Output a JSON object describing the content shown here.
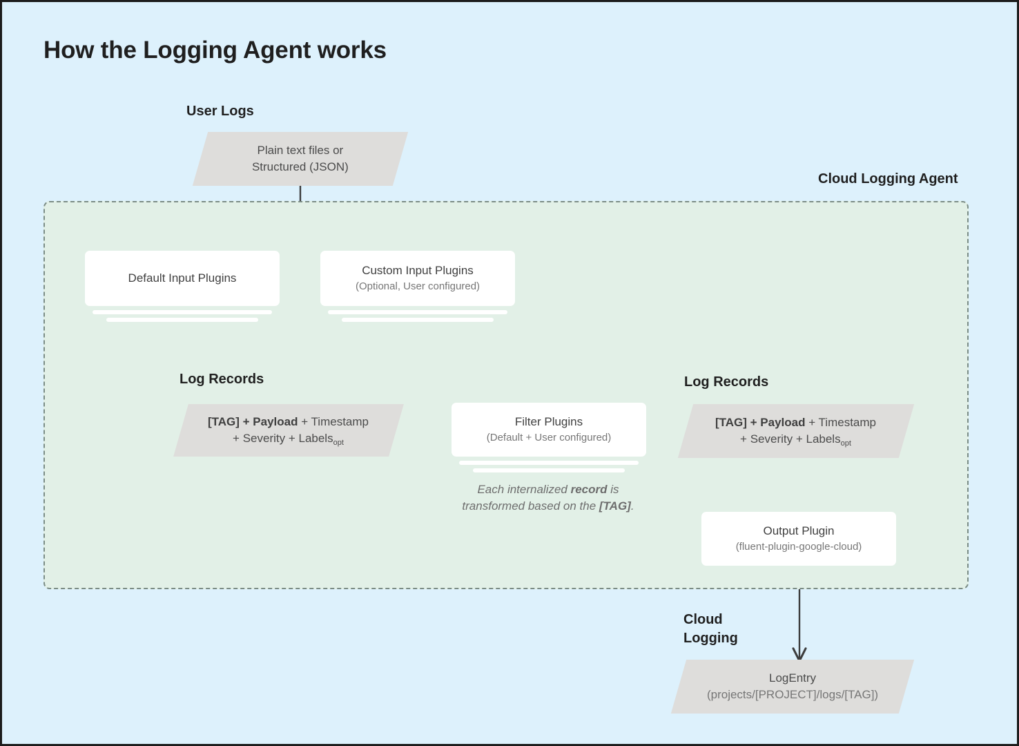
{
  "page": {
    "title": "How the Logging Agent works",
    "background_color": "#ddf1fc",
    "panel_color": "#e2f0e7",
    "node_gray": "#dedddb",
    "card_white": "#ffffff",
    "line_color": "#3c3c3c"
  },
  "labels": {
    "user_logs": "User Logs",
    "cloud_logging_agent": "Cloud Logging Agent",
    "log_records_left": "Log Records",
    "log_records_right": "Log Records",
    "cloud_logging_line1": "Cloud",
    "cloud_logging_line2": "Logging"
  },
  "nodes": {
    "user_logs_source": {
      "line1": "Plain text files or",
      "line2": "Structured (JSON)"
    },
    "default_input_plugins": {
      "title": "Default Input Plugins",
      "subtitle": ""
    },
    "custom_input_plugins": {
      "title": "Custom Input Plugins",
      "subtitle": "(Optional, User configured)"
    },
    "log_record_left": {
      "bold_part": "[TAG] + Payload",
      "rest_line1": " + Timestamp",
      "line2_prefix": "+ Severity + Labels",
      "line2_sub": "opt"
    },
    "filter_plugins": {
      "title": "Filter Plugins",
      "subtitle": "(Default + User configured)"
    },
    "log_record_right": {
      "bold_part": "[TAG] + Payload",
      "rest_line1": " + Timestamp",
      "line2_prefix": "+ Severity + Labels",
      "line2_sub": "opt"
    },
    "output_plugin": {
      "title": "Output Plugin",
      "subtitle": "(fluent-plugin-google-cloud)"
    },
    "log_entry": {
      "title": "LogEntry",
      "subtitle": "(projects/[PROJECT]/logs/[TAG])"
    }
  },
  "caption": {
    "line1_a": "Each internalized ",
    "line1_b": "record",
    "line1_c": " is",
    "line2_a": "transformed based on the ",
    "line2_b": "[TAG]",
    "line2_c": "."
  }
}
